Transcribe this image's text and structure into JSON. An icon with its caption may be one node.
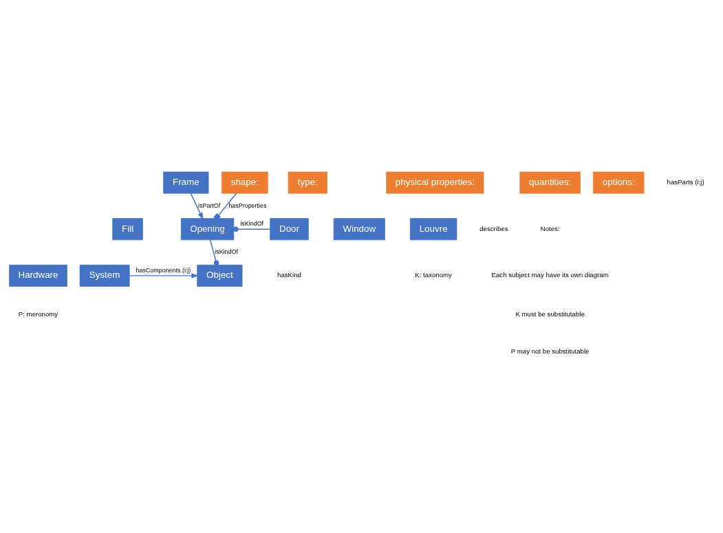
{
  "diagram": {
    "nodes": [
      {
        "text": [
          "Object"
        ]
      },
      {
        "text": [
          "System"
        ]
      },
      {
        "text": [
          "Opening"
        ]
      },
      {
        "text": [
          "Door"
        ]
      },
      {
        "text": [
          "Window"
        ]
      },
      {
        "text": [
          "Louvre"
        ]
      },
      {
        "text": [
          "Frame"
        ]
      },
      {
        "text": [
          "Fill"
        ]
      },
      {
        "text": [
          "Hardware"
        ]
      },
      {
        "text": [
          "type:"
        ]
      },
      {
        "text": [
          "physical properties:"
        ]
      },
      {
        "text": [
          "shape:"
        ]
      },
      {
        "text": [
          "quantities:"
        ]
      },
      {
        "text": [
          "options:"
        ]
      }
    ],
    "edges": [
      {
        "from": 1,
        "to": 0,
        "arrow": "to",
        "label": "hasComponents (i:j)"
      },
      {
        "from": 2,
        "to": 0,
        "arrow": "other",
        "label": "isKindOf"
      },
      {
        "from": 3,
        "to": 2,
        "arrow": "other",
        "label": "isKindOf"
      },
      {
        "from": 6,
        "to": 2,
        "arrow": "to",
        "label": "isPartOf"
      },
      {
        "from": 11,
        "to": 2,
        "arrow": "other",
        "label": "hasProperties"
      }
    ],
    "labels": [
      "hasKind",
      "hasParts (i:j)",
      "describes",
      "K: taxonomy",
      "Notes:",
      "Each subject may have its own diagram",
      "K must be substitutable",
      "P may not be substitutable",
      "P: meronomy"
    ]
  }
}
